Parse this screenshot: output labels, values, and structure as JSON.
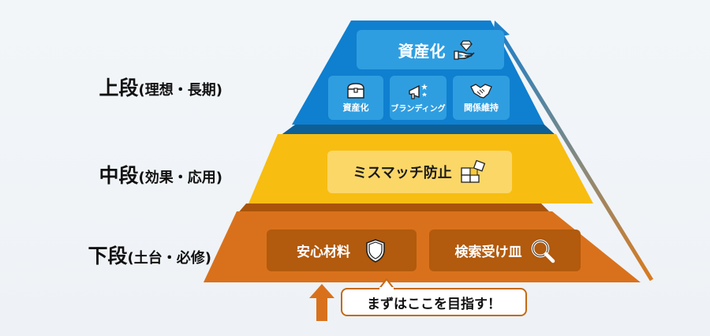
{
  "tiers": {
    "top": {
      "label": "上段",
      "sublabel": "(理想・長期)",
      "main_item": {
        "label": "資産化",
        "icon": "diamond-hand-icon"
      },
      "items": [
        {
          "label": "資産化",
          "icon": "treasure-chest-icon"
        },
        {
          "label": "ブランディング",
          "icon": "megaphone-icon"
        },
        {
          "label": "関係維持",
          "icon": "handshake-icon"
        }
      ],
      "color": "#0f7fcf"
    },
    "middle": {
      "label": "中段",
      "sublabel": "(効果・応用)",
      "main_item": {
        "label": "ミスマッチ防止",
        "icon": "puzzle-icon"
      },
      "color": "#f8bd11"
    },
    "bottom": {
      "label": "下段",
      "sublabel": "(土台・必修)",
      "items": [
        {
          "label": "安心材料",
          "icon": "shield-icon"
        },
        {
          "label": "検索受け皿",
          "icon": "magnifier-icon"
        }
      ],
      "color": "#d9711c"
    }
  },
  "callout": {
    "text": "まずはここを目指す！",
    "icon": "up-arrow-icon"
  },
  "progress_arrow": {
    "icon": "diagonal-up-arrow-icon",
    "from_color": "#d97a1f",
    "to_color": "#1d7fc9"
  }
}
